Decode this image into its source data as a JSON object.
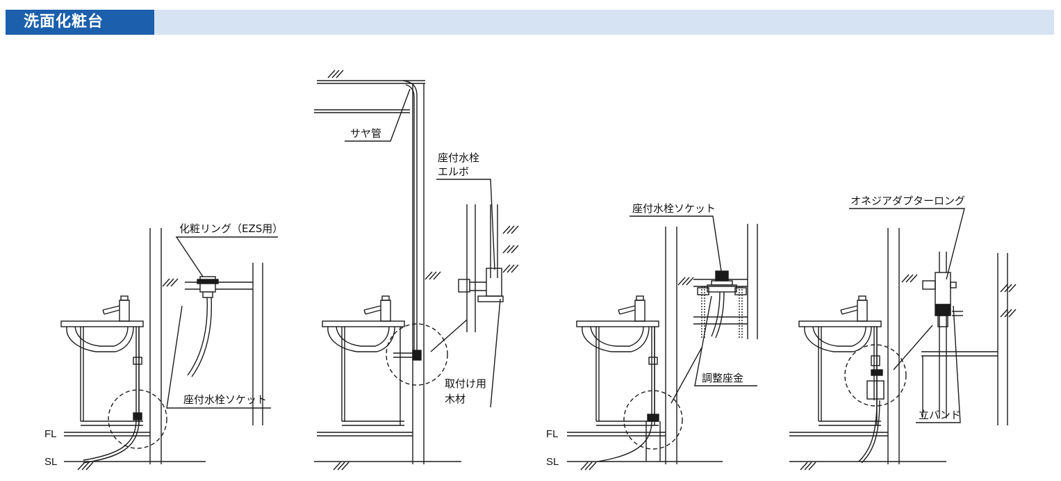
{
  "header": {
    "title": "洗面化粧台"
  },
  "levels": {
    "fl": "FL",
    "sl": "SL"
  },
  "colors": {
    "header_accent": "#1b5fad",
    "header_band": "#d6e3f3",
    "line": "#1a1a1a"
  },
  "diagrams": [
    {
      "labels": {
        "ring": "化粧リング（EZS用）",
        "socket": "座付水栓ソケット"
      }
    },
    {
      "labels": {
        "sheath": "サヤ管",
        "elbow_1": "座付水栓",
        "elbow_2": "エルボ",
        "wood_1": "取付け用",
        "wood_2": "木材"
      }
    },
    {
      "labels": {
        "socket": "座付水栓ソケット",
        "washer": "調整座金"
      }
    },
    {
      "labels": {
        "adapter": "オネジアダプターロング",
        "band": "立バンド"
      }
    }
  ]
}
